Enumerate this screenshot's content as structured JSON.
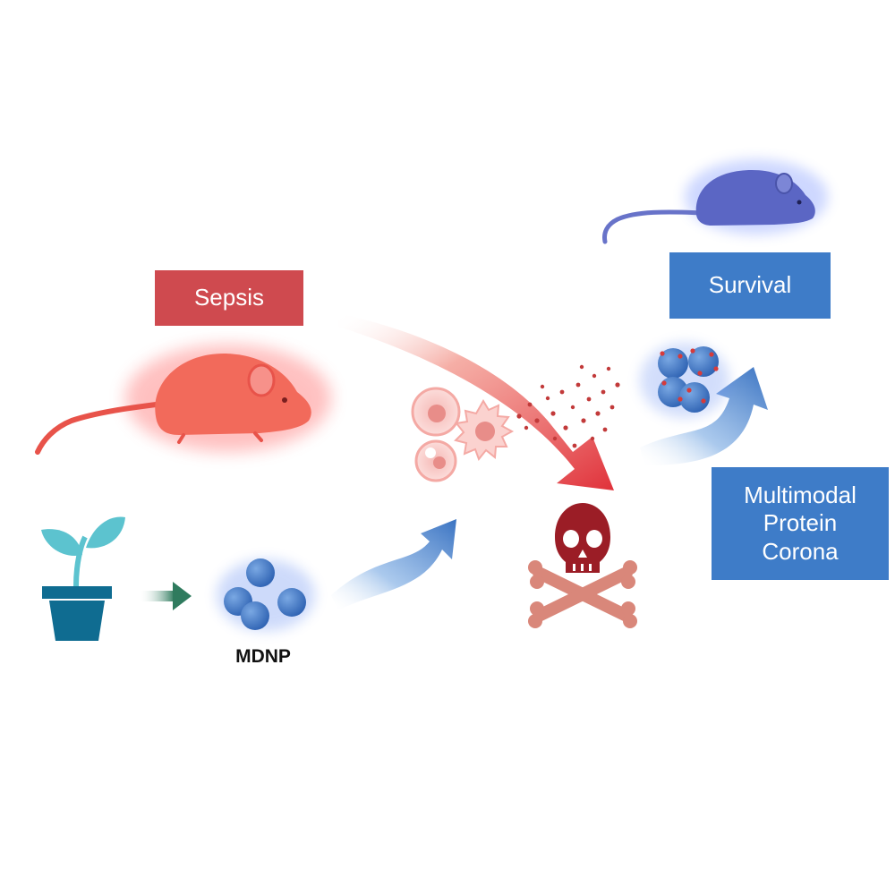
{
  "labels": {
    "sepsis": "Sepsis",
    "survival": "Survival",
    "corona_lines": [
      "Multimodal",
      "Protein",
      "Corona"
    ],
    "mdnp": "MDNP"
  },
  "colors": {
    "sepsis_red": "#cf4a4f",
    "survival_blue": "#3e7cc8",
    "mouse_sick": "#f26a5b",
    "mouse_healthy": "#5b66c4",
    "skull": "#9b1d26",
    "crossbones": "#d9877a",
    "plant_leaf": "#5cc3cf",
    "plant_pot": "#0f6c91",
    "nanoparticle": "#4a82cf",
    "flow_arrow_green": "#2f7b5e"
  },
  "icons": [
    "sick-mouse-icon",
    "healthy-mouse-icon",
    "plant-pot-icon",
    "nanoparticle-cluster-icon",
    "coated-nanoparticle-icon",
    "immune-cell-icon",
    "skull-crossbones-icon",
    "red-arrow-icon",
    "blue-arrow-icon",
    "green-arrow-icon"
  ]
}
